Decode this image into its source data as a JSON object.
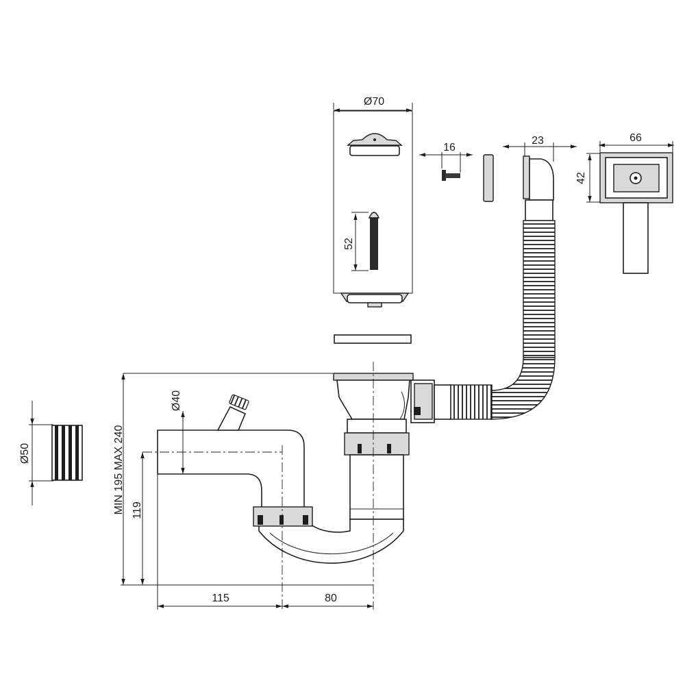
{
  "dimensions": {
    "basket_diameter": "Ø70",
    "basket_height": "52",
    "screw_length": "16",
    "overflow_depth": "23",
    "overflow_width": "66",
    "overflow_height": "42",
    "connector_diameter": "Ø50",
    "branch_diameter": "Ø40",
    "trap_height": "MIN 195 MAX 240",
    "outlet_height": "119",
    "outlet_length": "115",
    "trap_offset": "80"
  },
  "colors": {
    "line": "#1d1d1b",
    "fill": "#d9d9d9",
    "background": "#ffffff"
  }
}
